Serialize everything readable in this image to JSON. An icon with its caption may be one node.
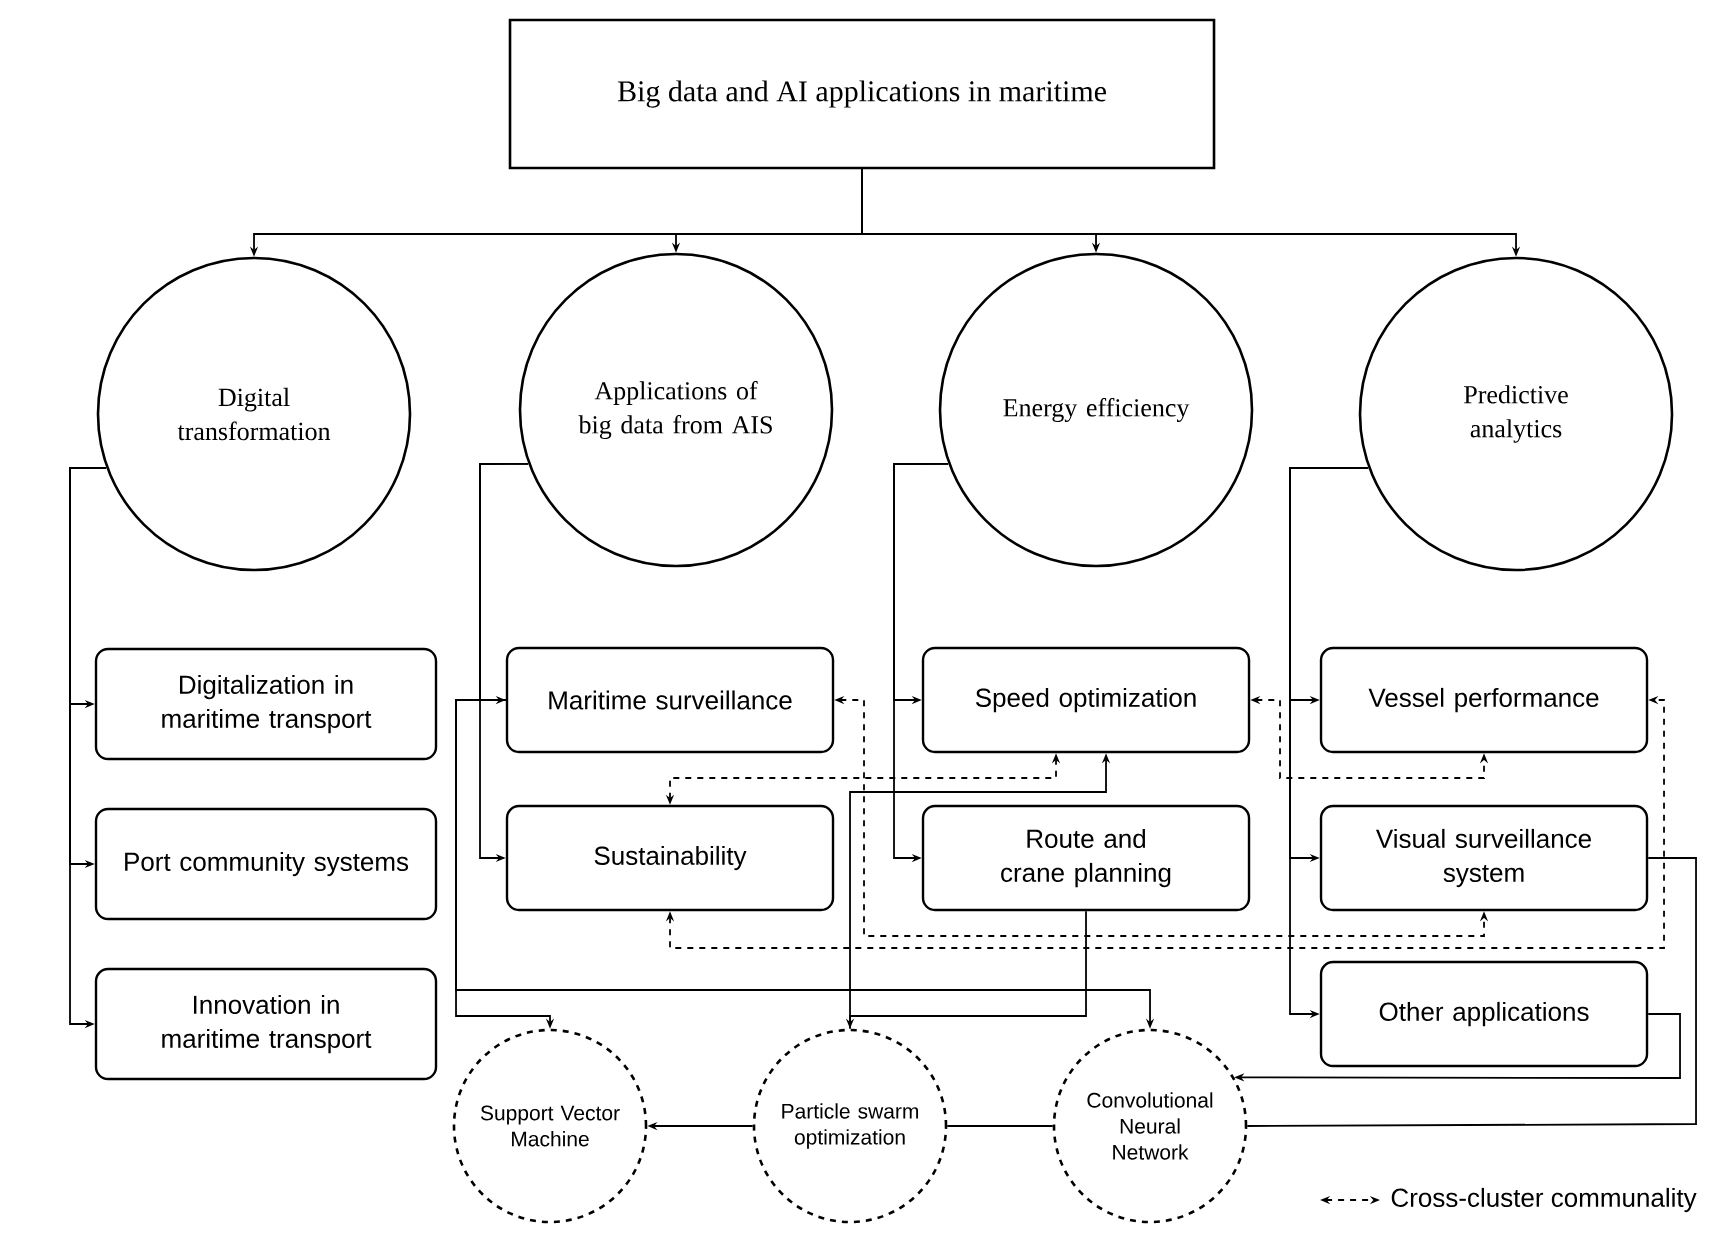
{
  "diagram": {
    "nodes": [
      {
        "text": [
          "Big data and AI applications in maritime"
        ]
      },
      {
        "text": [
          "Digital transformation"
        ]
      },
      {
        "text": [
          "Applications of big data from AIS"
        ]
      },
      {
        "text": [
          "Energy efficiency"
        ]
      },
      {
        "text": [
          "Predictive analytics"
        ]
      },
      {
        "text": [
          "Digitalization in maritime transport"
        ]
      },
      {
        "text": [
          "Port community systems"
        ]
      },
      {
        "text": [
          "Innovation in maritime transport"
        ]
      },
      {
        "text": [
          "Maritime surveillance"
        ]
      },
      {
        "text": [
          "Sustainability"
        ]
      },
      {
        "text": [
          "Speed optimization"
        ]
      },
      {
        "text": [
          "Route and crane planning"
        ]
      },
      {
        "text": [
          "Vessel performance"
        ]
      },
      {
        "text": [
          "Visual surveillance system"
        ]
      },
      {
        "text": [
          "Other applications"
        ]
      },
      {
        "text": [
          "Support Vector Machine"
        ]
      },
      {
        "text": [
          "Particle swarm optimization"
        ]
      },
      {
        "text": [
          "Convolutional Neural Network"
        ]
      }
    ],
    "edges": [
      {
        "from": 0,
        "to": 1,
        "arrow": "to"
      },
      {
        "from": 0,
        "to": 2,
        "arrow": "to"
      },
      {
        "from": 0,
        "to": 3,
        "arrow": "to"
      },
      {
        "from": 0,
        "to": 4,
        "arrow": "to"
      },
      {
        "from": 1,
        "to": 5,
        "arrow": "to"
      },
      {
        "from": 1,
        "to": 6,
        "arrow": "to"
      },
      {
        "from": 1,
        "to": 7,
        "arrow": "to"
      },
      {
        "from": 2,
        "to": 8,
        "arrow": "to"
      },
      {
        "from": 2,
        "to": 9,
        "arrow": "to"
      },
      {
        "from": 3,
        "to": 10,
        "arrow": "to"
      },
      {
        "from": 3,
        "to": 11,
        "arrow": "to"
      },
      {
        "from": 4,
        "to": 12,
        "arrow": "to"
      },
      {
        "from": 4,
        "to": 13,
        "arrow": "to"
      },
      {
        "from": 4,
        "to": 14,
        "arrow": "to"
      },
      {
        "from": 8,
        "to": 15,
        "arrow": "to"
      },
      {
        "from": 8,
        "to": 17,
        "arrow": "to"
      },
      {
        "from": 11,
        "to": 16,
        "arrow": "to"
      },
      {
        "from": 16,
        "to": 10,
        "arrow": "to"
      },
      {
        "from": 14,
        "to": 17,
        "arrow": "to"
      },
      {
        "from": 13,
        "to": 17,
        "arrow": "none"
      },
      {
        "from": 16,
        "to": 17,
        "arrow": "none"
      },
      {
        "from": 16,
        "to": 15,
        "arrow": "to"
      },
      {
        "from": 8,
        "to": 13,
        "arrow": "both",
        "style": "dashed"
      },
      {
        "from": 9,
        "to": 12,
        "arrow": "both",
        "style": "dashed"
      },
      {
        "from": 9,
        "to": 10,
        "arrow": "both",
        "style": "dashed"
      },
      {
        "from": 10,
        "to": 12,
        "arrow": "both",
        "style": "dashed"
      }
    ],
    "legend": [
      {
        "text": "Cross-cluster communality"
      }
    ]
  }
}
